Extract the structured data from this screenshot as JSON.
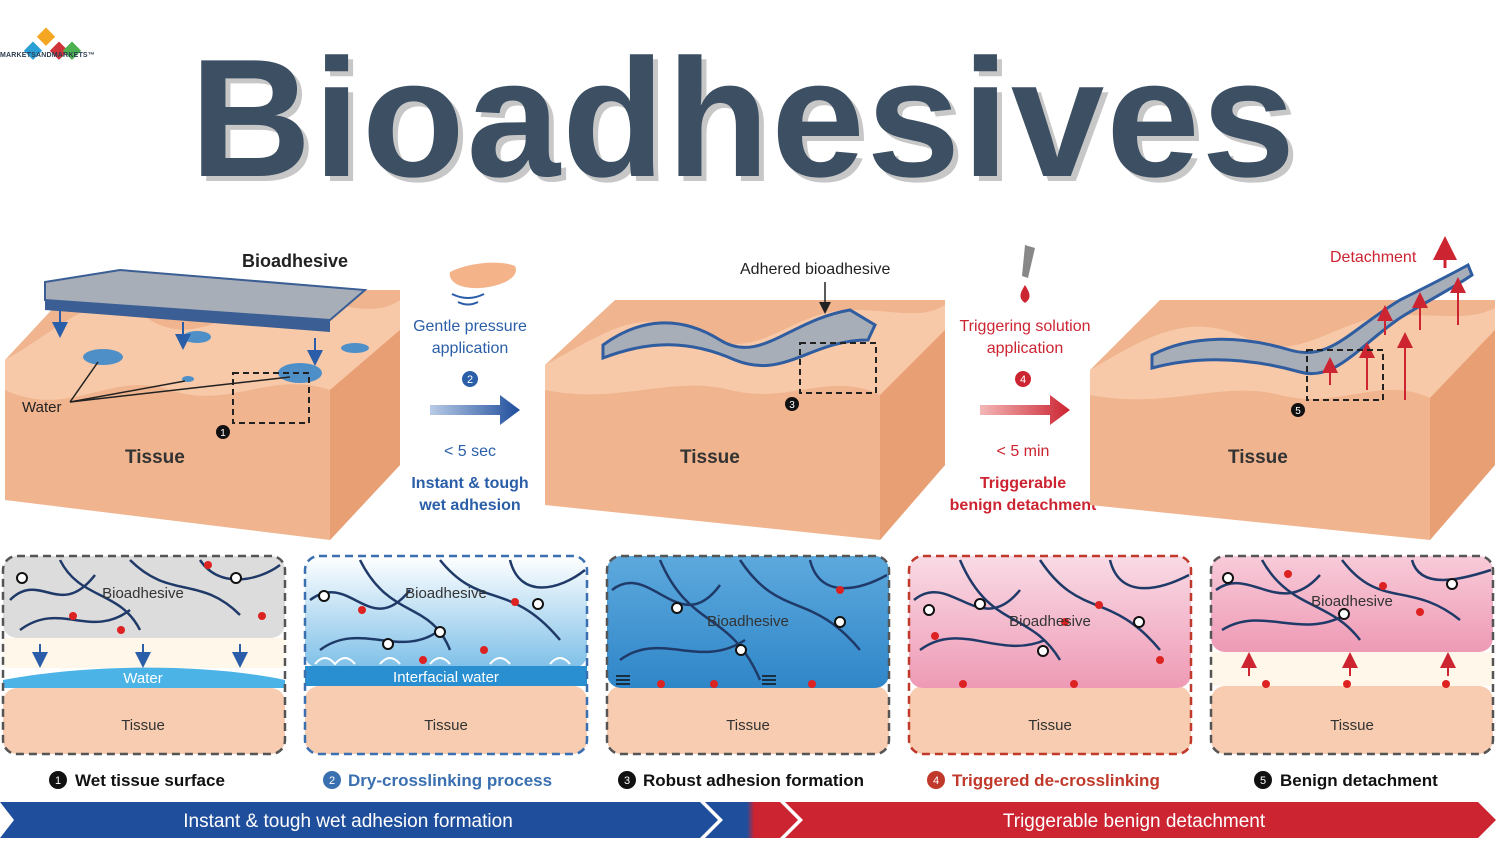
{
  "logo": {
    "text": "MARKETSANDMARKETS™",
    "colors": [
      "#2a9fd6",
      "#f5a623",
      "#d0343a",
      "#4caf50"
    ]
  },
  "title": "Bioadhesives",
  "top": {
    "stage1": {
      "bioadhesive_label": "Bioadhesive",
      "water_label": "Water",
      "tissue_label": "Tissue",
      "step": "1"
    },
    "transition1": {
      "line1": "Gentle pressure",
      "line2": "application",
      "step": "2",
      "time": "< 5 sec",
      "result1": "Instant & tough",
      "result2": "wet adhesion"
    },
    "stage2": {
      "adhered_label": "Adhered bioadhesive",
      "tissue_label": "Tissue",
      "step": "3"
    },
    "transition2": {
      "line1": "Triggering solution",
      "line2": "application",
      "step": "4",
      "time": "< 5 min",
      "result1": "Triggerable",
      "result2": "benign detachment"
    },
    "stage3": {
      "detachment_label": "Detachment",
      "tissue_label": "Tissue",
      "step": "5"
    }
  },
  "panels": [
    {
      "top_label": "Bioadhesive",
      "mid_label": "Water",
      "bottom_label": "Tissue",
      "caption_num": "1",
      "caption": "Wet tissue surface",
      "border": "#555555",
      "caption_color": "#111111"
    },
    {
      "top_label": "Bioadhesive",
      "mid_label": "Interfacial water",
      "bottom_label": "Tissue",
      "caption_num": "2",
      "caption": "Dry-crosslinking process",
      "border": "#3a6fb0",
      "caption_color": "#3a6fb0"
    },
    {
      "top_label": "Bioadhesive",
      "mid_label": "",
      "bottom_label": "Tissue",
      "caption_num": "3",
      "caption": "Robust adhesion formation",
      "border": "#555555",
      "caption_color": "#111111"
    },
    {
      "top_label": "Bioadhesive",
      "mid_label": "",
      "bottom_label": "Tissue",
      "caption_num": "4",
      "caption": "Triggered de-crosslinking",
      "border": "#c0392b",
      "caption_color": "#c0392b"
    },
    {
      "top_label": "Bioadhesive",
      "mid_label": "",
      "bottom_label": "Tissue",
      "caption_num": "5",
      "caption": "Benign detachment",
      "border": "#555555",
      "caption_color": "#111111"
    }
  ],
  "banner": {
    "left": "Instant & tough wet adhesion formation",
    "right": "Triggerable benign detachment",
    "left_color": "#1f4e9c",
    "right_color": "#cc2431"
  }
}
